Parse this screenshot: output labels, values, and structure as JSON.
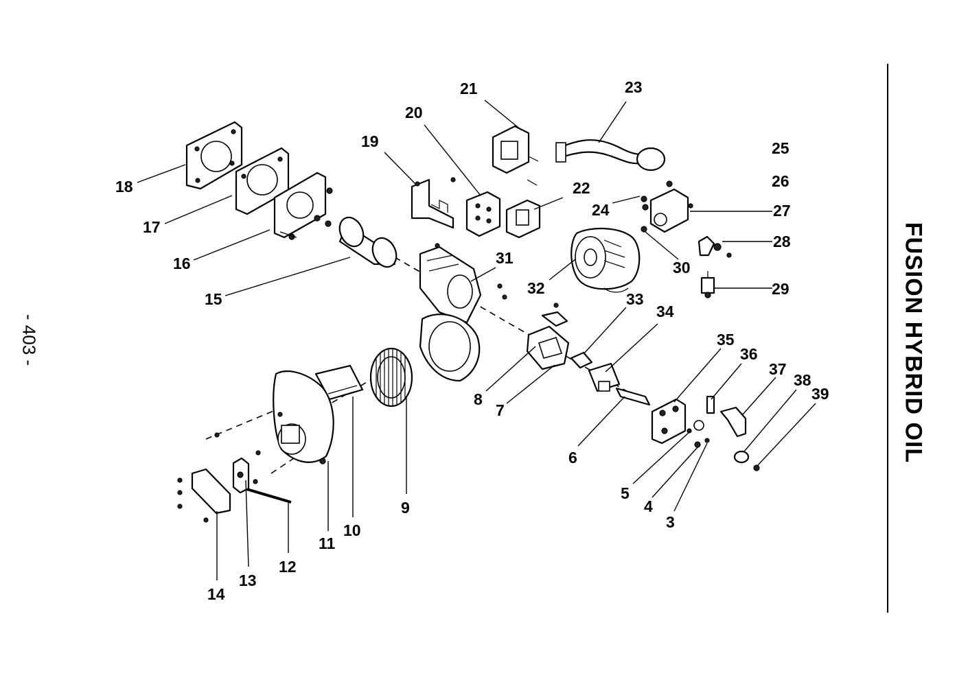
{
  "page": {
    "page_number": "- 403 -",
    "title": "FUSION HYBRID OIL"
  },
  "diagram": {
    "type": "exploded parts diagram",
    "callouts": [
      "3",
      "4",
      "5",
      "6",
      "7",
      "8",
      "9",
      "10",
      "11",
      "12",
      "13",
      "14",
      "15",
      "16",
      "17",
      "18",
      "19",
      "20",
      "21",
      "22",
      "23",
      "24",
      "25",
      "26",
      "27",
      "28",
      "29",
      "30",
      "31",
      "32",
      "33",
      "34",
      "35",
      "36",
      "37",
      "38",
      "39"
    ]
  }
}
